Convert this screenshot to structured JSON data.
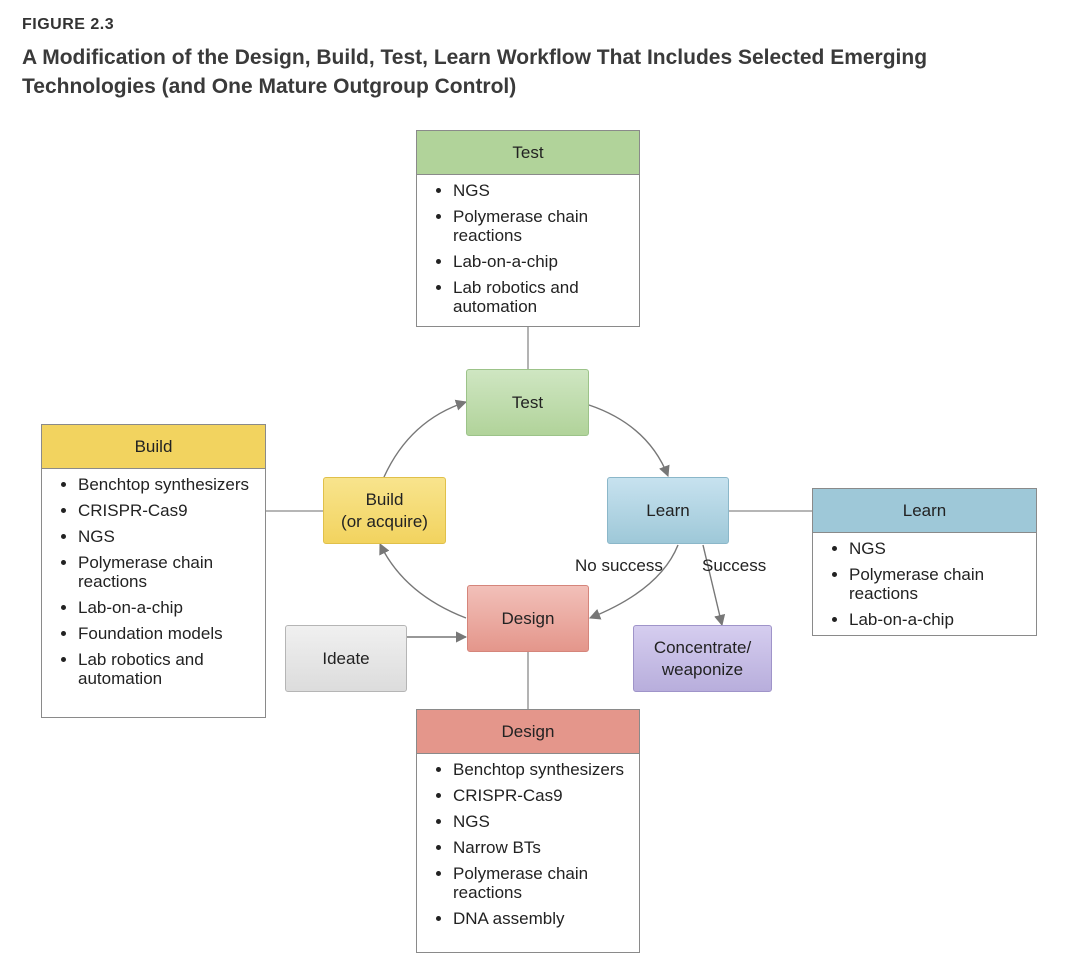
{
  "figure": {
    "label": "FIGURE 2.3",
    "title": "A Modification of the Design, Build, Test, Learn Workflow That Includes Selected Emerging Technologies (and One Mature Outgroup Control)"
  },
  "colors": {
    "test": "#b1d39a",
    "build": "#f2d35f",
    "learn": "#9ec8d8",
    "design": "#e4968b",
    "ideate": "#e3e3e3",
    "concentrate": "#b8aedc"
  },
  "panels": {
    "test": {
      "header": "Test",
      "items": [
        "NGS",
        "Polymerase chain reactions",
        "Lab-on-a-chip",
        "Lab robotics and automation"
      ]
    },
    "build": {
      "header": "Build",
      "items": [
        "Benchtop synthesizers",
        "CRISPR-Cas9",
        "NGS",
        "Polymerase chain reactions",
        "Lab-on-a-chip",
        "Foundation models",
        "Lab robotics and automation"
      ]
    },
    "learn": {
      "header": "Learn",
      "items": [
        "NGS",
        "Polymerase chain reactions",
        "Lab-on-a-chip"
      ]
    },
    "design": {
      "header": "Design",
      "items": [
        "Benchtop synthesizers",
        "CRISPR-Cas9",
        "NGS",
        "Narrow BTs",
        "Polymerase chain reactions",
        "DNA assembly"
      ]
    }
  },
  "nodes": {
    "test": "Test",
    "build_line1": "Build",
    "build_line2": "(or acquire)",
    "learn": "Learn",
    "design": "Design",
    "ideate": "Ideate",
    "concentrate_line1": "Concentrate/",
    "concentrate_line2": "weaponize"
  },
  "edges": {
    "no_success": "No success",
    "success": "Success"
  }
}
